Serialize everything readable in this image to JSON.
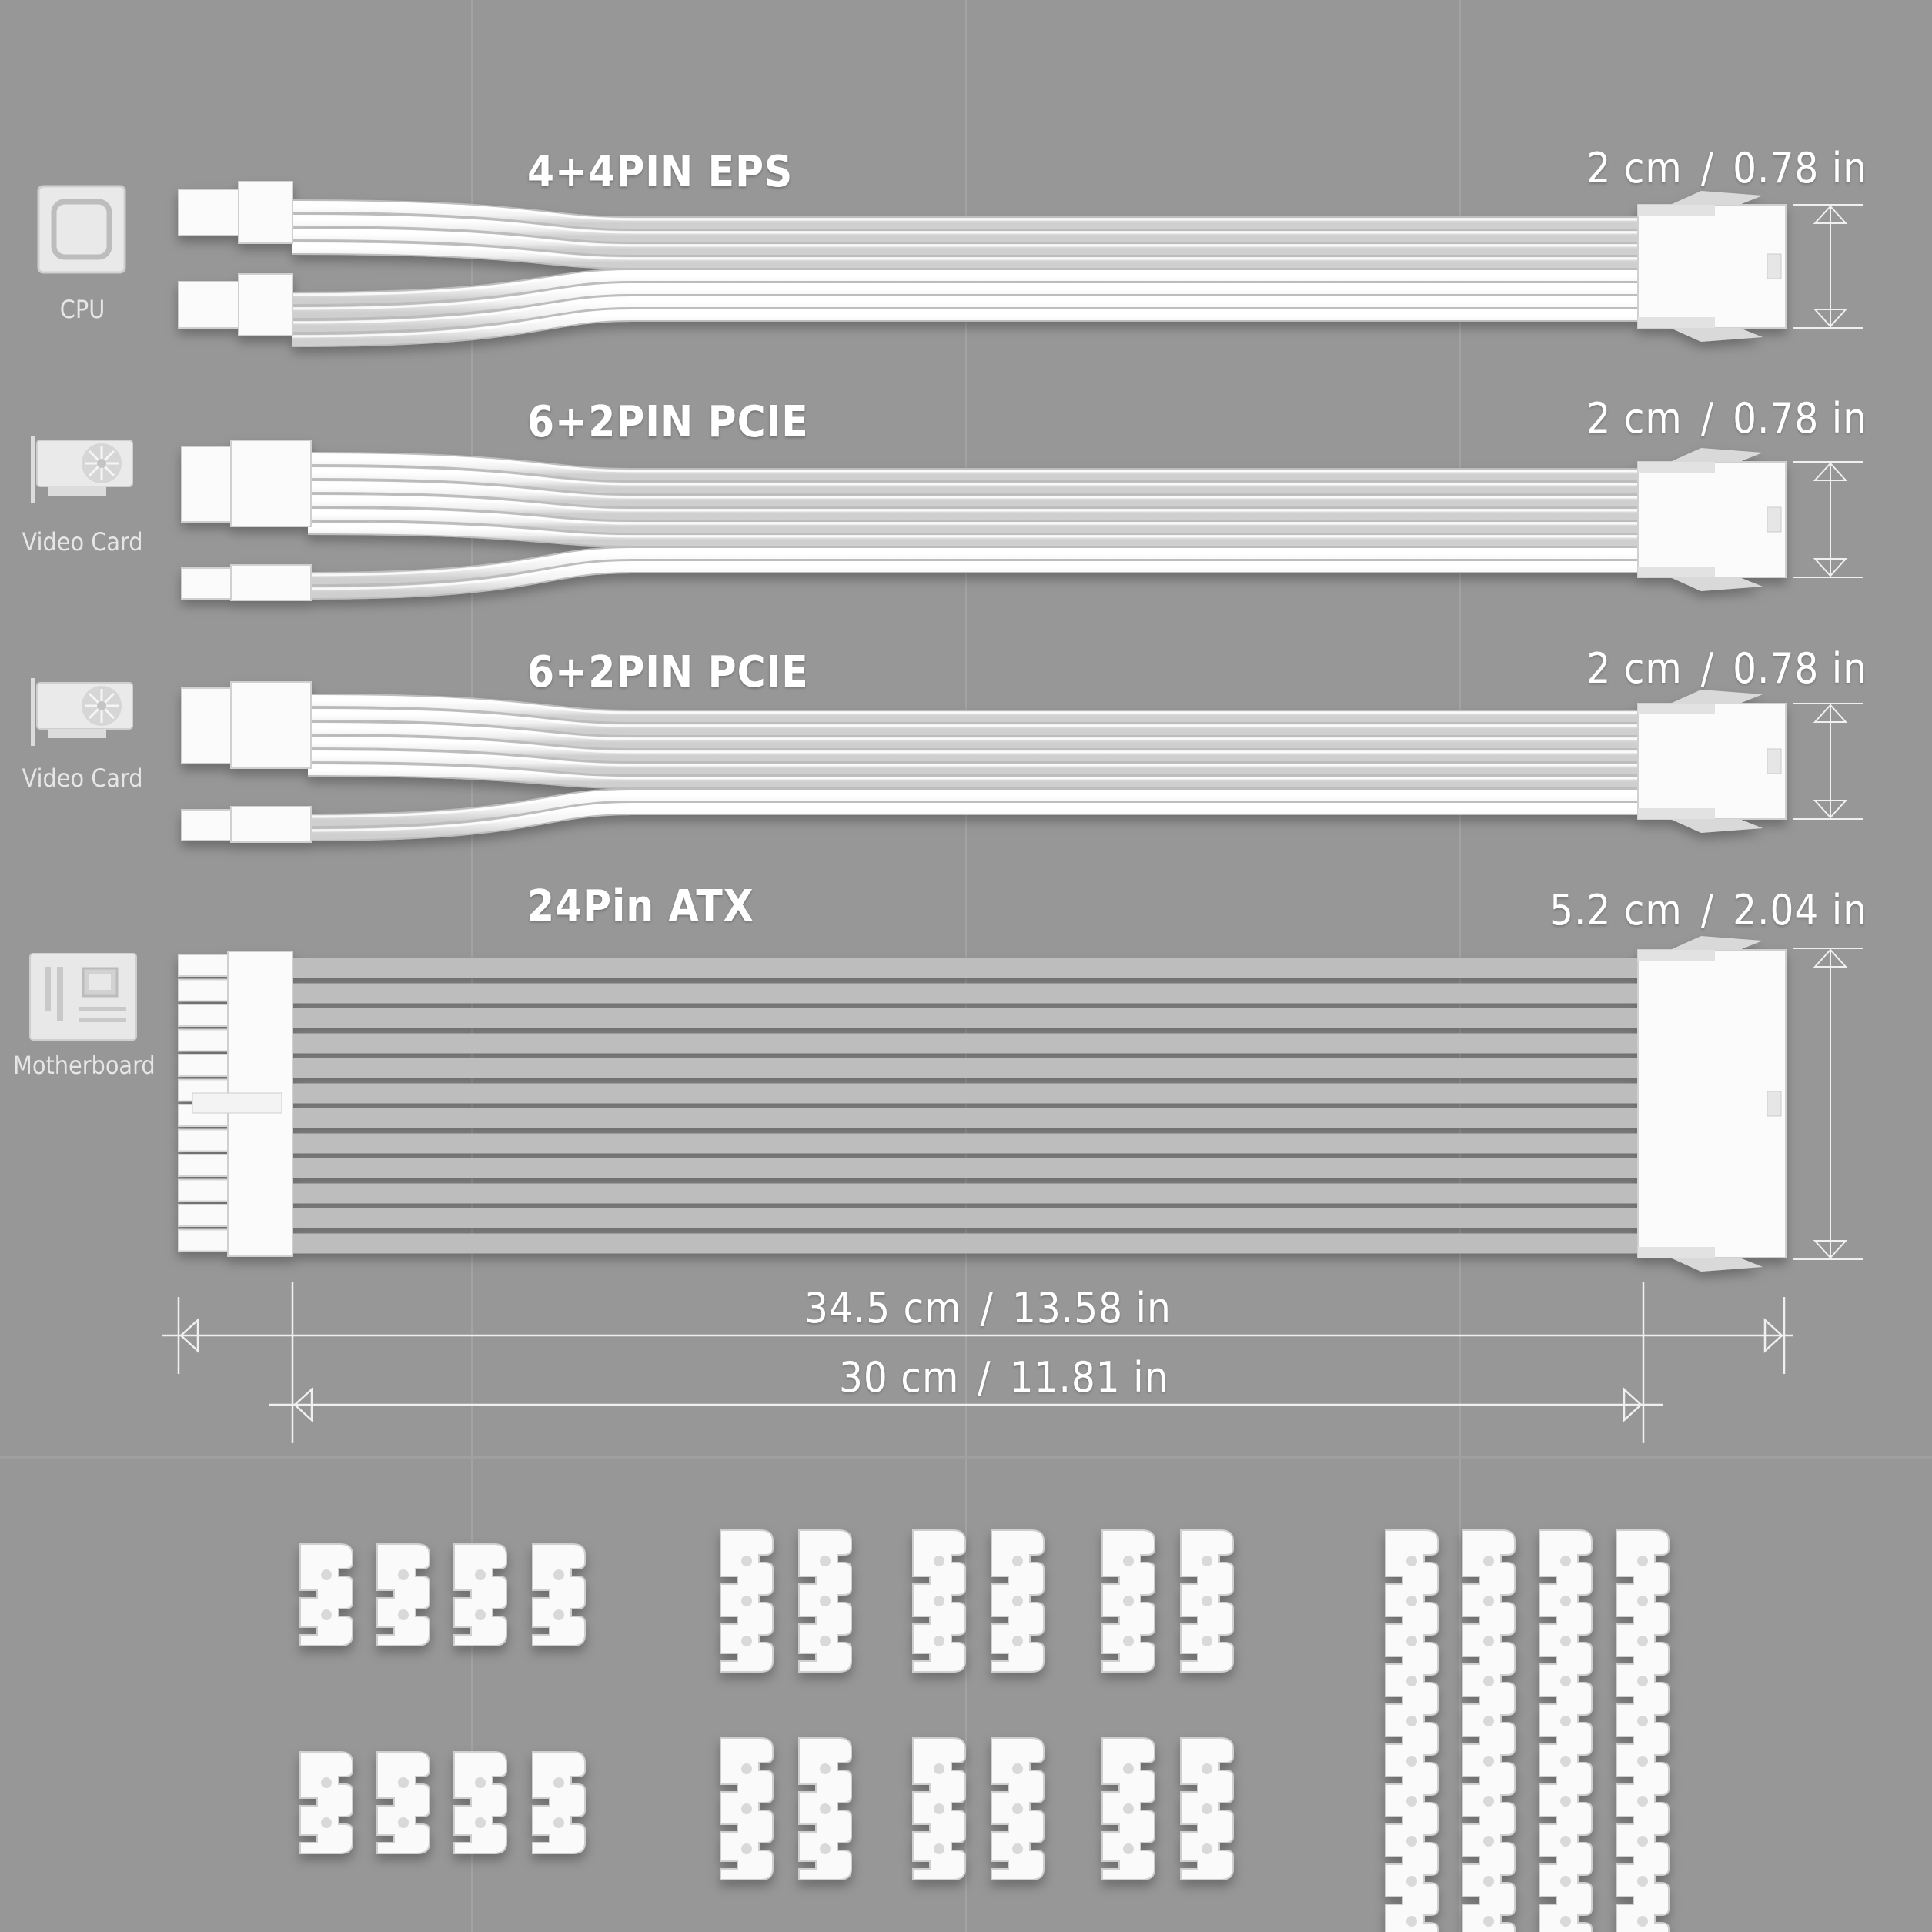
{
  "cables": [
    {
      "title": "4+4PIN EPS",
      "icon": "cpu-icon",
      "icon_label": "CPU",
      "height_cm": "2 cm",
      "height_in": "0.78 in"
    },
    {
      "title": "6+2PIN PCIE",
      "icon": "video-card-icon",
      "icon_label": "Video Card",
      "height_cm": "2 cm",
      "height_in": "0.78 in"
    },
    {
      "title": "6+2PIN PCIE",
      "icon": "video-card-icon",
      "icon_label": "Video Card",
      "height_cm": "2 cm",
      "height_in": "0.78 in"
    },
    {
      "title": "24Pin ATX",
      "icon": "motherboard-icon",
      "icon_label": "Motherboard",
      "height_cm": "5.2 cm",
      "height_in": "2.04 in"
    }
  ],
  "lengths": {
    "total_cm": "34.5 cm",
    "total_in": "13.58 in",
    "cable_cm": "30 cm",
    "cable_in": "11.81 in",
    "separator": "/"
  },
  "colors": {
    "background": "#979797",
    "cable": "#f4f4f4",
    "text": "#ffffff"
  }
}
